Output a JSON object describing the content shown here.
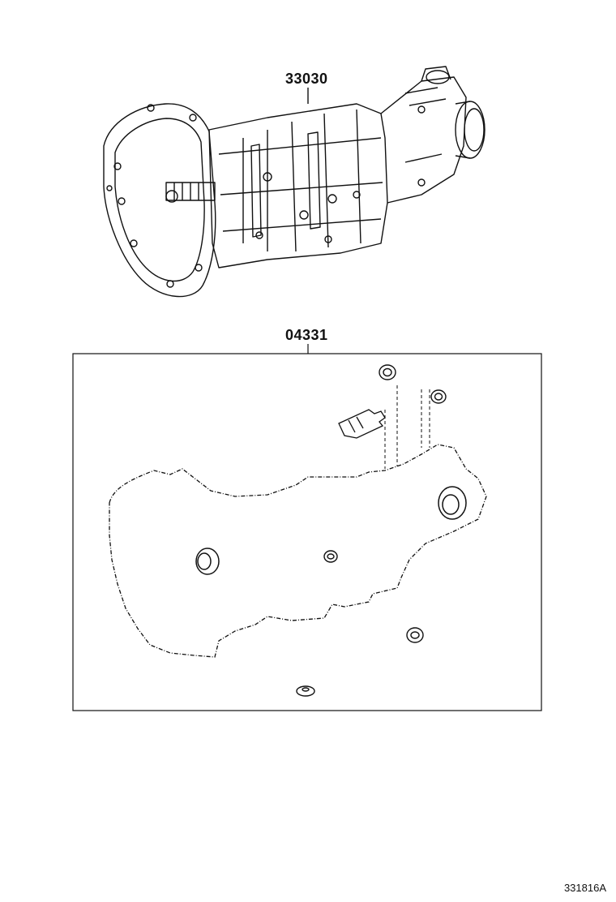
{
  "callouts": {
    "transmission_assembly": "33030",
    "gasket_kit": "04331"
  },
  "diagram_id": "331816A",
  "colors": {
    "line": "#111111",
    "background": "#ffffff"
  }
}
